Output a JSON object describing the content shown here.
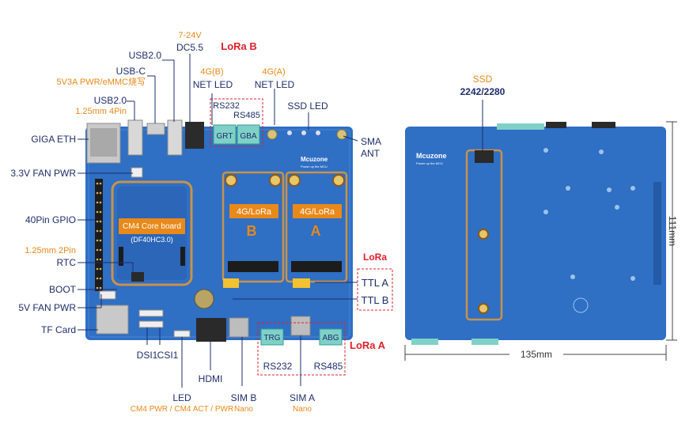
{
  "labels": {
    "dc_voltage": "7-24V",
    "dc_jack": "DC5.5",
    "lora_b_title": "LoRa B",
    "usb20_top": "USB2.0",
    "usbc": "USB-C",
    "usbc_note": "5V3A PWR/eMMC烧写",
    "usb20_mid": "USB2.0",
    "usb20_note": "1.25mm 4Pin",
    "net_led_b_tag": "4G(B)",
    "net_led_b": "NET LED",
    "net_led_a_tag": "4G(A)",
    "net_led_a": "NET LED",
    "rs232_top": "RS232",
    "rs485_top": "RS485",
    "grt": "GRT",
    "gba": "GBA",
    "ssd_led": "SSD LED",
    "giga_eth": "GIGA ETH",
    "sma_ant_1": "SMA",
    "sma_ant_2": "ANT",
    "fan_33": "3.3V FAN PWR",
    "gpio40": "40Pin GPIO",
    "rtc_note": "1.25mm 2Pin",
    "rtc": "RTC",
    "boot": "BOOT",
    "fan_5v": "5V FAN PWR",
    "tf_card": "TF Card",
    "dsi1": "DSI1",
    "csi1": "CSI1",
    "hdmi": "HDMI",
    "led": "LED",
    "led_note": "CM4 PWR / CM4 ACT / PWR",
    "sim_b": "SIM B",
    "sim_b_note": "Nano",
    "sim_a": "SIM A",
    "sim_a_note": "Nano",
    "trg": "TRG",
    "abg": "ABG",
    "rs232_bottom": "RS232",
    "rs485_bottom": "RS485",
    "lora_a_title": "LoRa A",
    "lora_title": "LoRa",
    "ttl_a": "TTL A",
    "ttl_b": "TTL B",
    "cm4_board": "CM4 Core board",
    "cm4_model": "(DF40HC3.0)",
    "lora_4g_b": "4G/LoRa",
    "lora_4g_a": "4G/LoRa",
    "slot_b": "B",
    "slot_a": "A",
    "brand": "Mcuzone",
    "brand_tag": "Power up the MCU",
    "ssd_title": "SSD",
    "ssd_size": "2242/2280",
    "dim_height": "111mm",
    "dim_width": "135mm"
  },
  "colors": {
    "pcb": "#2f6fc4",
    "pcb_dark": "#245aa6",
    "navy": "#1f2d6b",
    "orange": "#e8891a",
    "red": "#e0202a",
    "teal": "#7fd1c7",
    "gold": "#c9924a"
  }
}
